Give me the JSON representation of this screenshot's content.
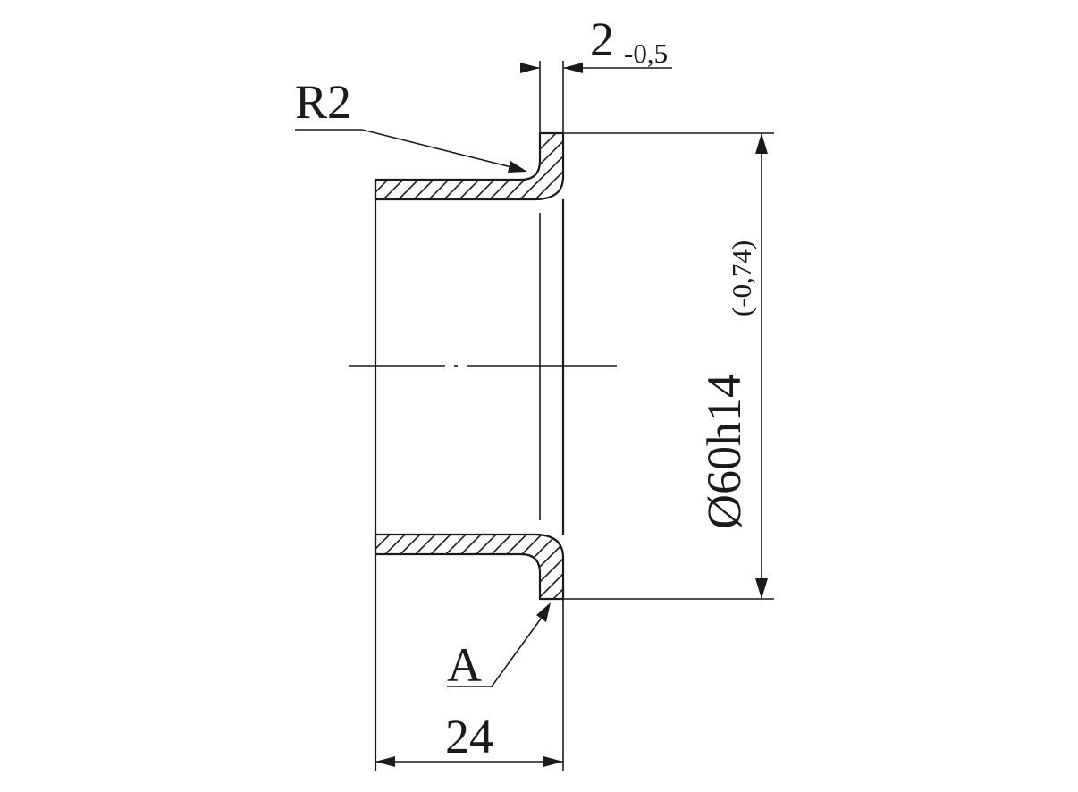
{
  "drawing": {
    "labels": {
      "radius": "R2",
      "thickness_value": "2",
      "thickness_tolerance": "-0,5",
      "diameter_value": "Ø60h14",
      "diameter_tolerance": "(-0,74)",
      "section_mark": "A",
      "length": "24"
    }
  }
}
